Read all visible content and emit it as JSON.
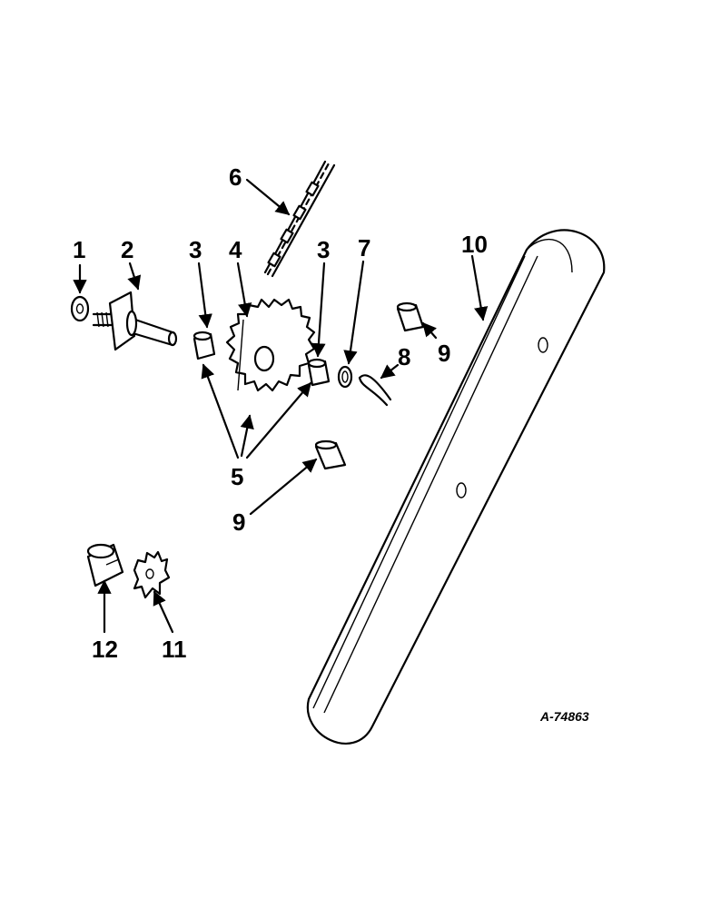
{
  "callouts": {
    "c1": "1",
    "c2": "2",
    "c3a": "3",
    "c4": "4",
    "c3b": "3",
    "c6": "6",
    "c7": "7",
    "c8": "8",
    "c9a": "9",
    "c10": "10",
    "c5": "5",
    "c9b": "9",
    "c11": "11",
    "c12": "12"
  },
  "figure_id": "A-74863"
}
